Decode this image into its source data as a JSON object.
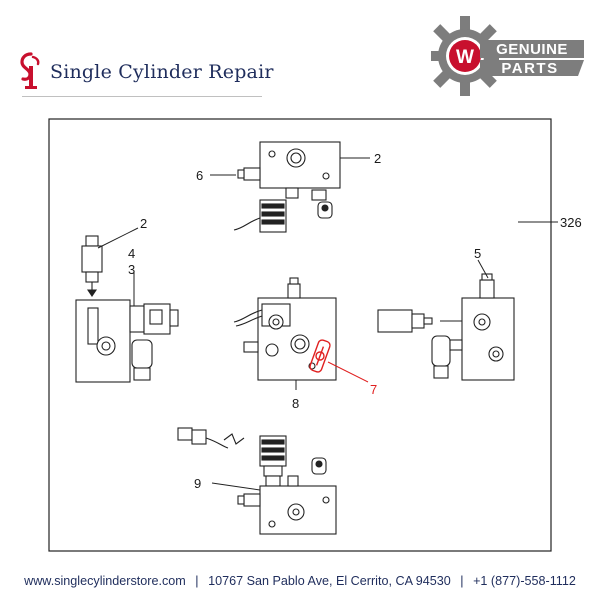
{
  "brand": {
    "name": "Single Cylinder Repair",
    "badge_line1": "GENUINE",
    "badge_line2": "PARTS",
    "badge_letter": "W",
    "colors": {
      "brand_red": "#c8102e",
      "brand_navy": "#1f2d5c",
      "badge_gray": "#7d7d7d",
      "callout_red": "#e02020"
    }
  },
  "diagram": {
    "callouts": {
      "c2_top": "2",
      "c6": "6",
      "c326": "326",
      "c2_left": "2",
      "c4": "4",
      "c3": "3",
      "c5": "5",
      "c8": "8",
      "c7": "7",
      "c9": "9"
    },
    "highlighted_part": "7"
  },
  "footer": {
    "website": "www.singlecylinderstore.com",
    "address": "10767 San Pablo Ave, El Cerrito, CA 94530",
    "phone": "+1 (877)-558-1112",
    "separator": "|"
  }
}
